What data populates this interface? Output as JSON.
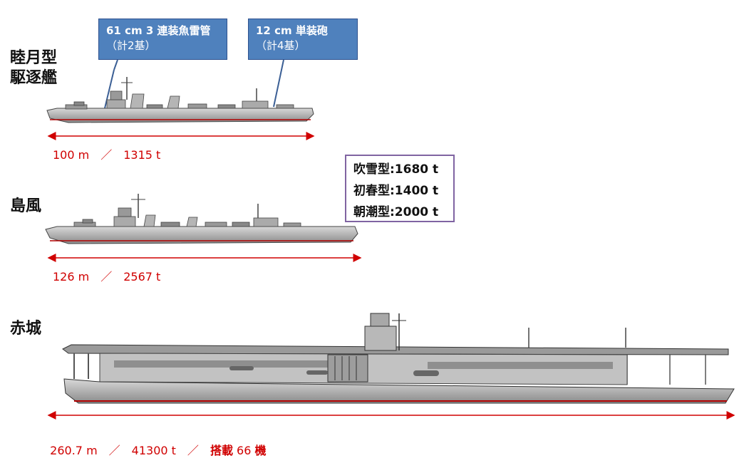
{
  "mutsuki": {
    "name_line1": "睦月型",
    "name_line2": "駆逐艦",
    "callout_torpedo": {
      "line1": "61 cm 3 連装魚雷管",
      "line2": "（計2基）"
    },
    "callout_gun": {
      "line1": "12 cm 単装砲",
      "line2": "（計4基）"
    },
    "caption": "100 m　／　1315 t"
  },
  "shimakaze": {
    "name": "島風",
    "variants": [
      {
        "label": "吹雪型",
        "value": ":1680 t"
      },
      {
        "label": "初春型",
        "value": ":1400 t"
      },
      {
        "label": "朝潮型",
        "value": ":2000 t"
      }
    ],
    "caption": "126 m　／　2567 t"
  },
  "akagi": {
    "name": "赤城",
    "caption_main": "260.7 m　／　41300 t　／",
    "caption_aircraft_label": "搭載",
    "caption_aircraft_count": " 66 ",
    "caption_aircraft_unit": "機"
  },
  "colors": {
    "dimension_line": "#d00000",
    "callout_fill": "#4f81bd",
    "variants_border": "#8064a2",
    "hull": "#a9a9a9",
    "hull_dark": "#555555"
  }
}
